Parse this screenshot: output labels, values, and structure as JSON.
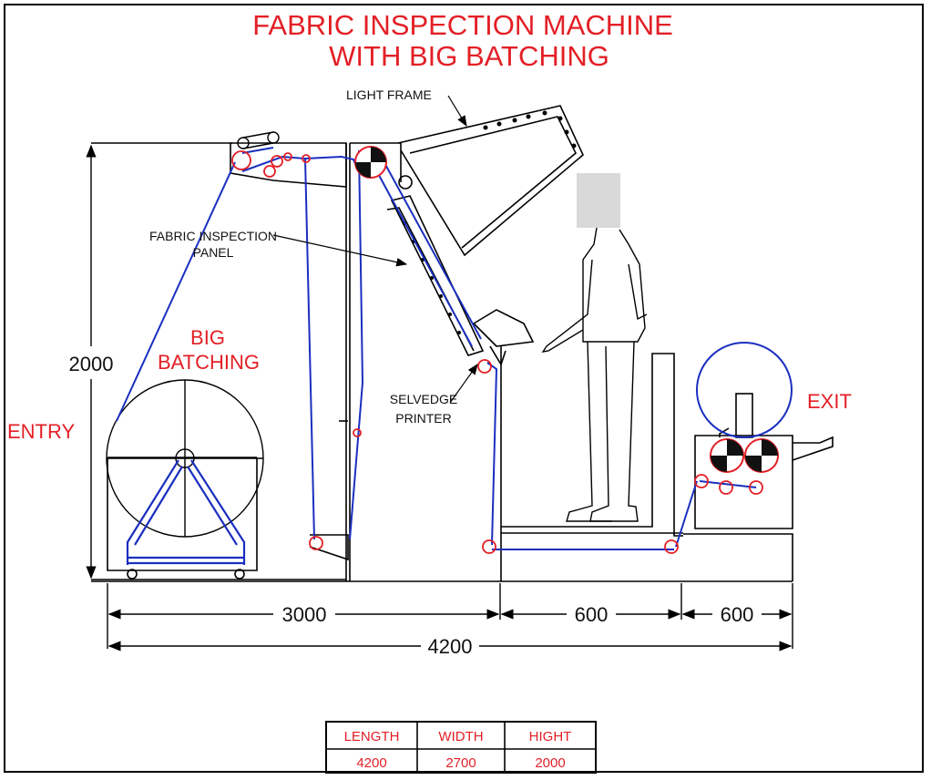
{
  "title": {
    "line1": "FABRIC INSPECTION MACHINE",
    "line2": "WITH BIG BATCHING"
  },
  "labels": {
    "light_frame": "LIGHT FRAME",
    "panel_line1": "FABRIC INSPECTION",
    "panel_line2": "PANEL",
    "batching_line1": "BIG",
    "batching_line2": "BATCHING",
    "selvedge_line1": "SELVEDGE",
    "selvedge_line2": "PRINTER",
    "entry": "ENTRY",
    "exit": "EXIT"
  },
  "dimensions": {
    "height": "2000",
    "entry_section": "3000",
    "middle_section": "600",
    "exit_section": "600",
    "overall_length": "4200"
  },
  "spec_table": {
    "headers": [
      "LENGTH",
      "WIDTH",
      "HIGHT"
    ],
    "values": [
      "4200",
      "2700",
      "2000"
    ]
  },
  "colors": {
    "label_red": "#e31f26",
    "fabric_path_blue": "#1a2fbf",
    "roller_red": "#e31f26",
    "line_black": "#000000"
  }
}
